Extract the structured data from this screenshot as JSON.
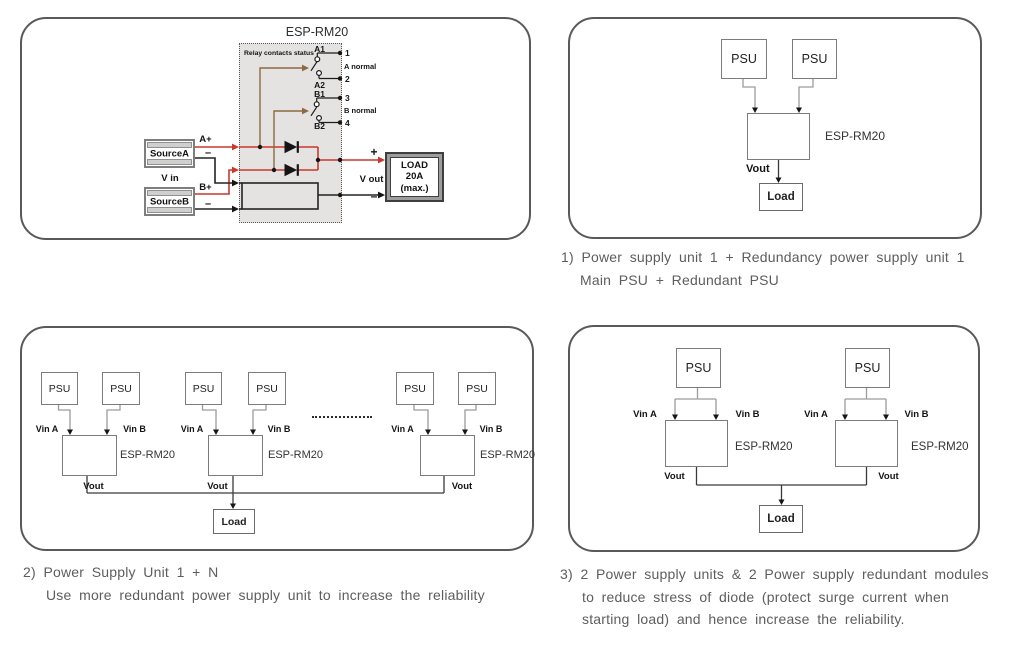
{
  "panel1": {
    "title": "ESP-RM20",
    "relay_header": "Relay contacts status",
    "a1": "A1",
    "a2": "A2",
    "b1": "B1",
    "b2": "B2",
    "t1": "1",
    "t2": "2",
    "t3": "3",
    "t4": "4",
    "a_normal": "A normal",
    "b_normal": "B normal",
    "source_a": "SourceA",
    "source_b": "SourceB",
    "a_plus": "A+",
    "b_plus": "B+",
    "minus_a": "–",
    "minus_b": "–",
    "v_in": "V in",
    "v_out": "V out",
    "plus_out": "+",
    "minus_out": "–",
    "load_l1": "LOAD",
    "load_l2": "20A",
    "load_l3": "(max.)"
  },
  "labels": {
    "psu": "PSU",
    "esp": "ESP-RM20",
    "vin_a": "Vin A",
    "vin_b": "Vin B",
    "vout": "Vout",
    "load": "Load"
  },
  "captions": {
    "c1a": "1) Power supply unit 1 + Redundancy power supply unit 1",
    "c1b": "Main PSU + Redundant PSU",
    "c2a": "2) Power Supply Unit 1 + N",
    "c2b": "Use more redundant power supply unit to increase the reliability",
    "c3a": "3) 2 Power supply units & 2 Power supply redundant modules",
    "c3b": "to reduce stress of diode (protect surge current when",
    "c3c": "starting load) and hence increase the reliability."
  },
  "colors": {
    "wire_red": "#c9382e",
    "wire_black": "#232323",
    "relay_arrow_brown": "#8d6b40",
    "panel_border": "#59595b",
    "module_fill": "#e4e3e1"
  }
}
